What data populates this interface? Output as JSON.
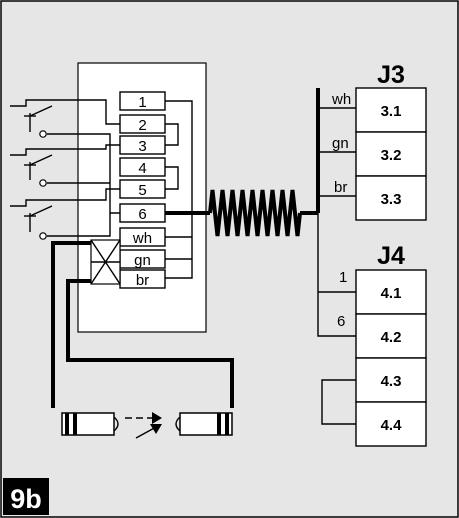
{
  "figure_label": "9b",
  "colors": {
    "background": "#e6e6e6",
    "panel": "#ffffff",
    "line": "#000000",
    "label_bg": "#000000",
    "label_fg": "#ffffff"
  },
  "terminal_block": {
    "terminals": [
      "1",
      "2",
      "3",
      "4",
      "5",
      "6",
      "wh",
      "gn",
      "br"
    ]
  },
  "connectors": {
    "j3": {
      "title": "J3",
      "pins": [
        "3.1",
        "3.2",
        "3.3"
      ],
      "wires": [
        "wh",
        "gn",
        "br"
      ]
    },
    "j4": {
      "title": "J4",
      "pins": [
        "4.1",
        "4.2",
        "4.3",
        "4.4"
      ],
      "wires": [
        "1",
        "6"
      ]
    }
  },
  "components": {
    "coil_cable": "coiled-cable-icon",
    "switches": "normally-open-switch-icon",
    "sensor_pair": "optical-sensor-pair-icon"
  }
}
